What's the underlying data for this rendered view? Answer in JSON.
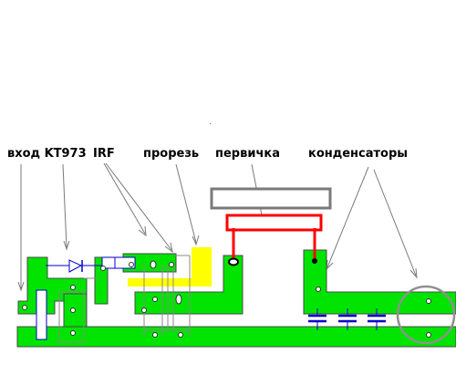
{
  "labels": {
    "input_kt973": "вход KT973",
    "irf": "IRF",
    "slot": "прорезь",
    "primary": "первичка",
    "capacitors": "конденсаторы"
  },
  "colors": {
    "copper": "#00e400",
    "slot": "#ffff00",
    "primary_winding": "#ff0000",
    "capacitor": "#0000cc",
    "diode": "#0000cc",
    "core": "#7a7a7a",
    "leader": "#7a7a7a"
  }
}
